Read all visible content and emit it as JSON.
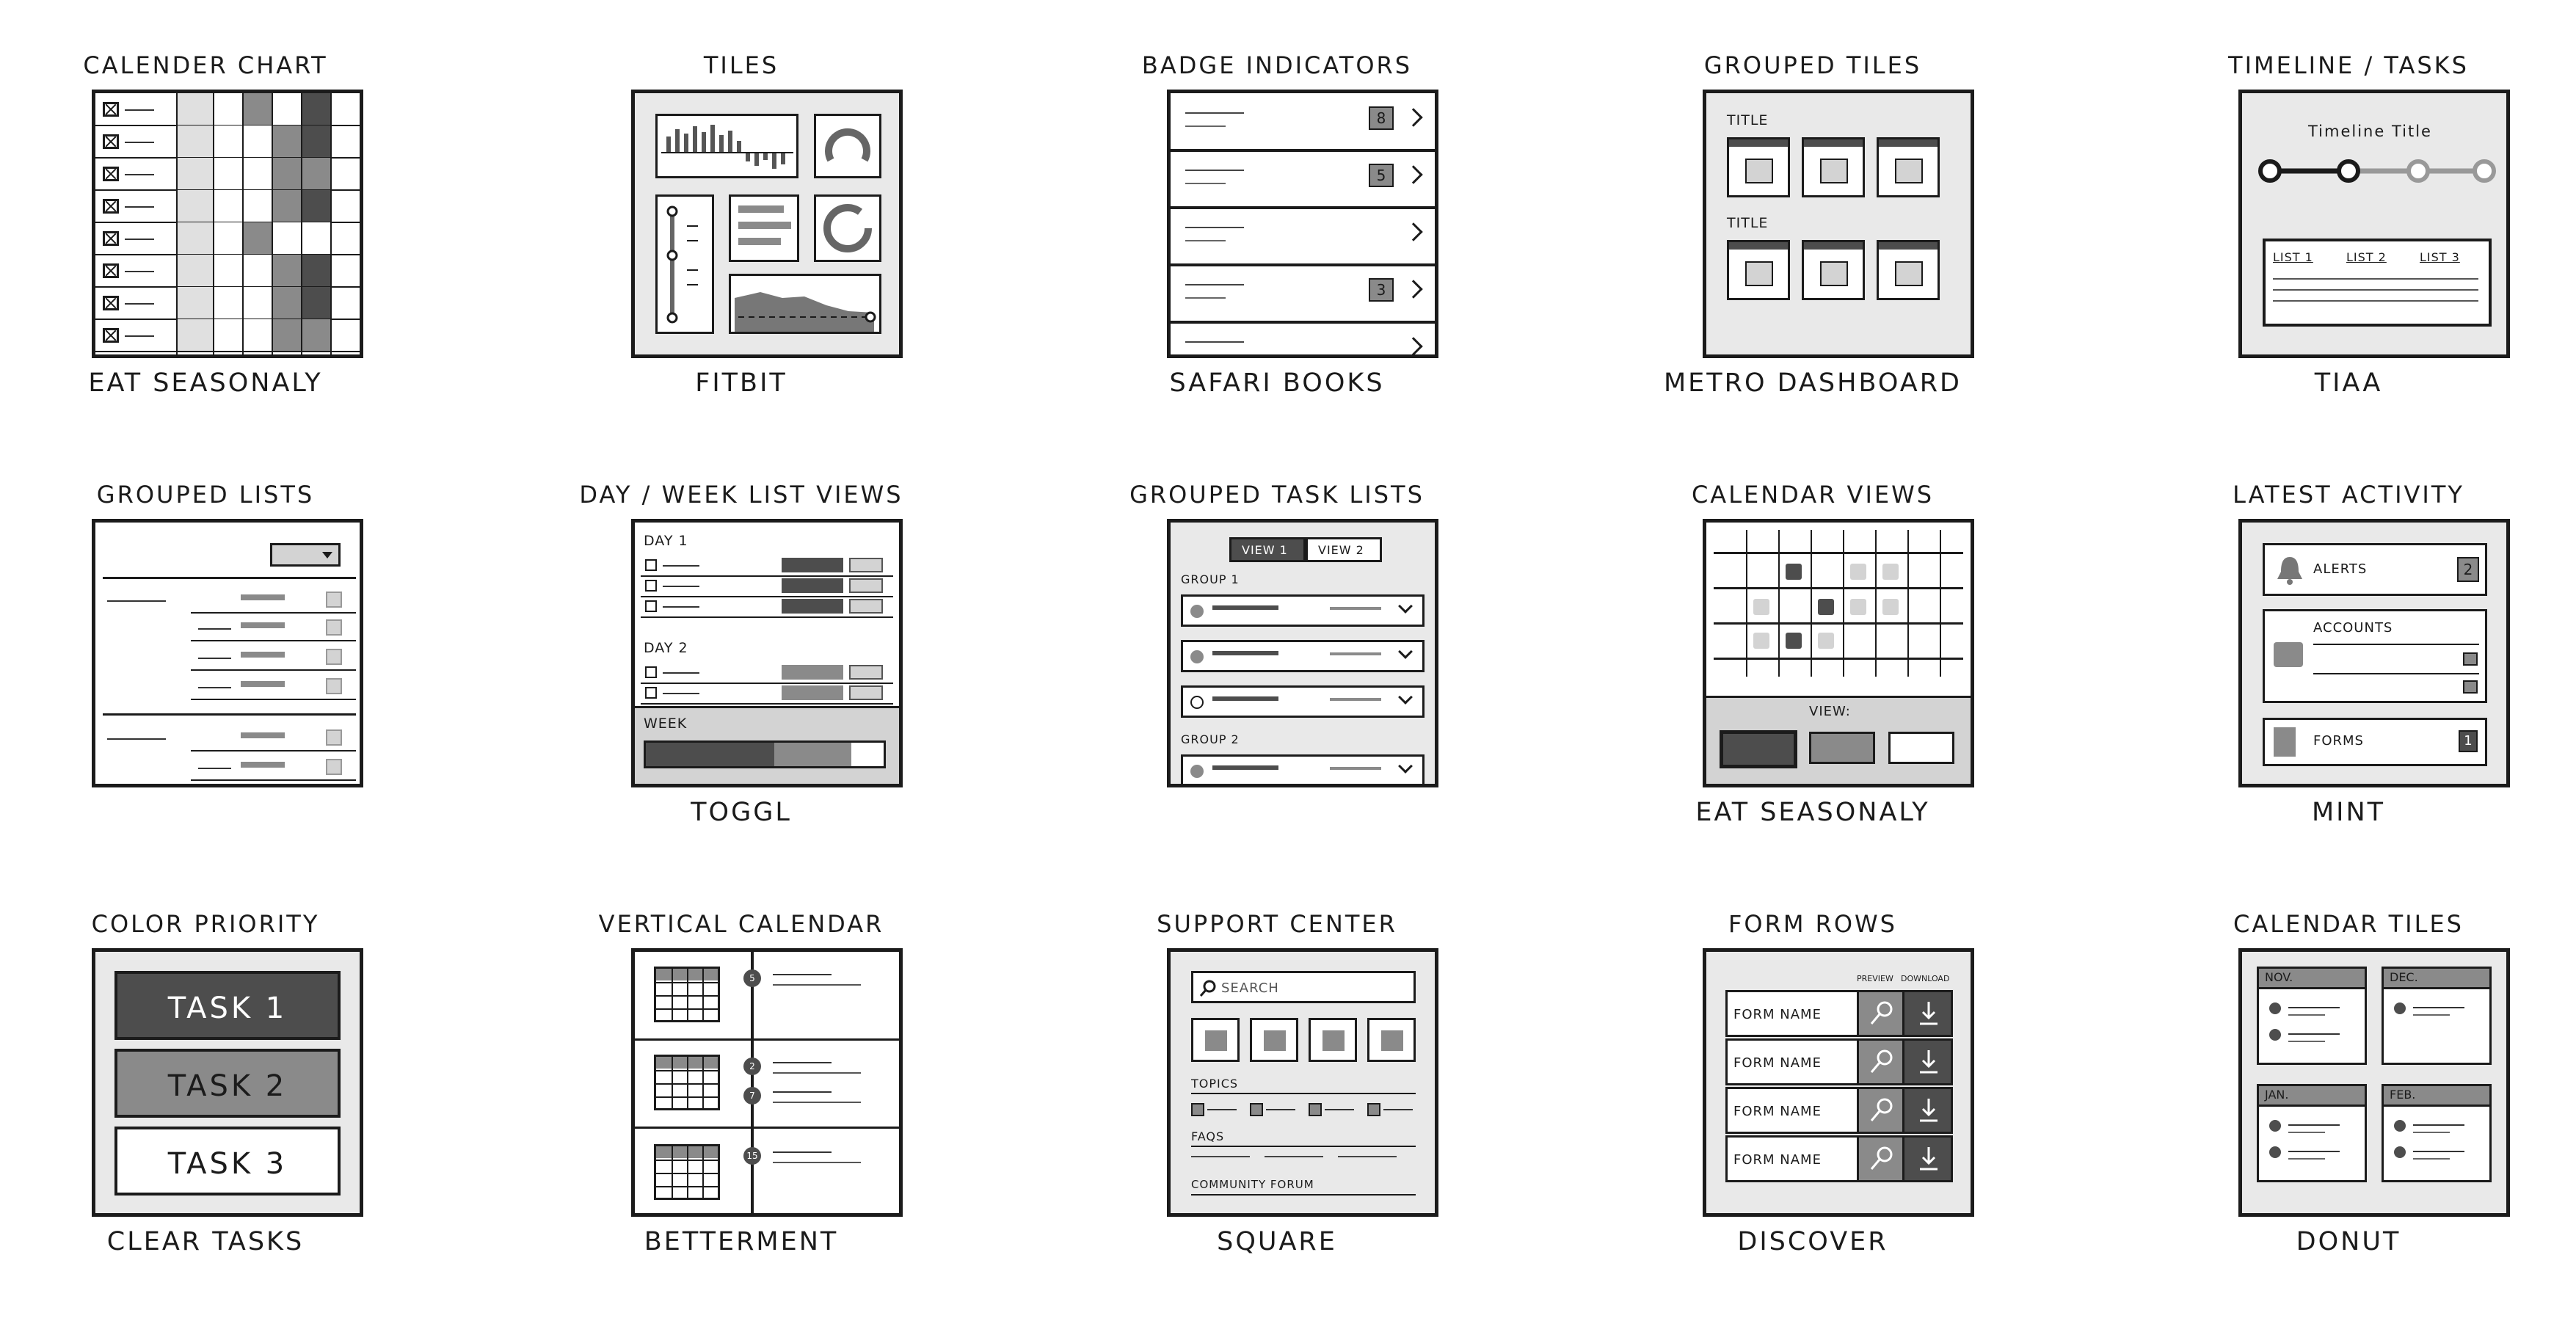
{
  "sketches": [
    {
      "title": "Calender Chart",
      "caption": "Eat Seasonaly"
    },
    {
      "title": "Tiles",
      "caption": "Fitbit"
    },
    {
      "title": "Badge Indicators",
      "caption": "Safari Books"
    },
    {
      "title": "Grouped Tiles",
      "caption": "Metro Dashboard"
    },
    {
      "title": "Timeline / Tasks",
      "caption": "TIAA"
    },
    {
      "title": "Grouped Lists",
      "caption": ""
    },
    {
      "title": "Day / Week List Views",
      "caption": "Toggl"
    },
    {
      "title": "Grouped Task Lists",
      "caption": ""
    },
    {
      "title": "Calendar Views",
      "caption": "Eat Seasonaly"
    },
    {
      "title": "Latest Activity",
      "caption": "Mint"
    },
    {
      "title": "Color Priority",
      "caption": "Clear Tasks"
    },
    {
      "title": "Vertical Calendar",
      "caption": "Betterment"
    },
    {
      "title": "Support Center",
      "caption": "Square"
    },
    {
      "title": "Form Rows",
      "caption": "Discover"
    },
    {
      "title": "Calendar Tiles",
      "caption": "Donut"
    }
  ],
  "badge_indicators": {
    "badges": [
      "8",
      "5",
      "3"
    ]
  },
  "grouped_tiles": {
    "group1": "Title",
    "group2": "Title"
  },
  "timeline": {
    "title": "Timeline Title",
    "lists": [
      "List 1",
      "List 2",
      "List 3"
    ]
  },
  "day_week": {
    "day1": "Day 1",
    "day2": "Day 2",
    "week": "Week"
  },
  "grouped_task_lists": {
    "tabs": [
      "View 1",
      "View 2"
    ],
    "group1": "Group 1",
    "group2": "Group 2"
  },
  "calendar_views": {
    "view_label": "View:"
  },
  "latest_activity": {
    "alerts": "Alerts",
    "alerts_count": "2",
    "accounts": "Accounts",
    "forms": "Forms",
    "forms_count": "1"
  },
  "color_priority": {
    "tasks": [
      "Task 1",
      "Task 2",
      "Task 3"
    ]
  },
  "vertical_calendar": {
    "days": [
      "5",
      "2",
      "7",
      "15"
    ]
  },
  "support_center": {
    "search_placeholder": "Search",
    "topics": "Topics",
    "faqs": "FAQs",
    "forum": "Community Forum"
  },
  "form_rows": {
    "col_preview": "Preview",
    "col_download": "Download",
    "rows": [
      "Form Name",
      "Form Name",
      "Form Name",
      "Form Name"
    ]
  },
  "calendar_tiles": {
    "months": [
      "Nov.",
      "Dec.",
      "Jan.",
      "Feb."
    ]
  },
  "colors": {
    "ink": "#1b1b1b",
    "dark": "#4d4d4d",
    "mid": "#8a8a8a",
    "light": "#d3d3d3",
    "paper": "#e9e9e9"
  }
}
